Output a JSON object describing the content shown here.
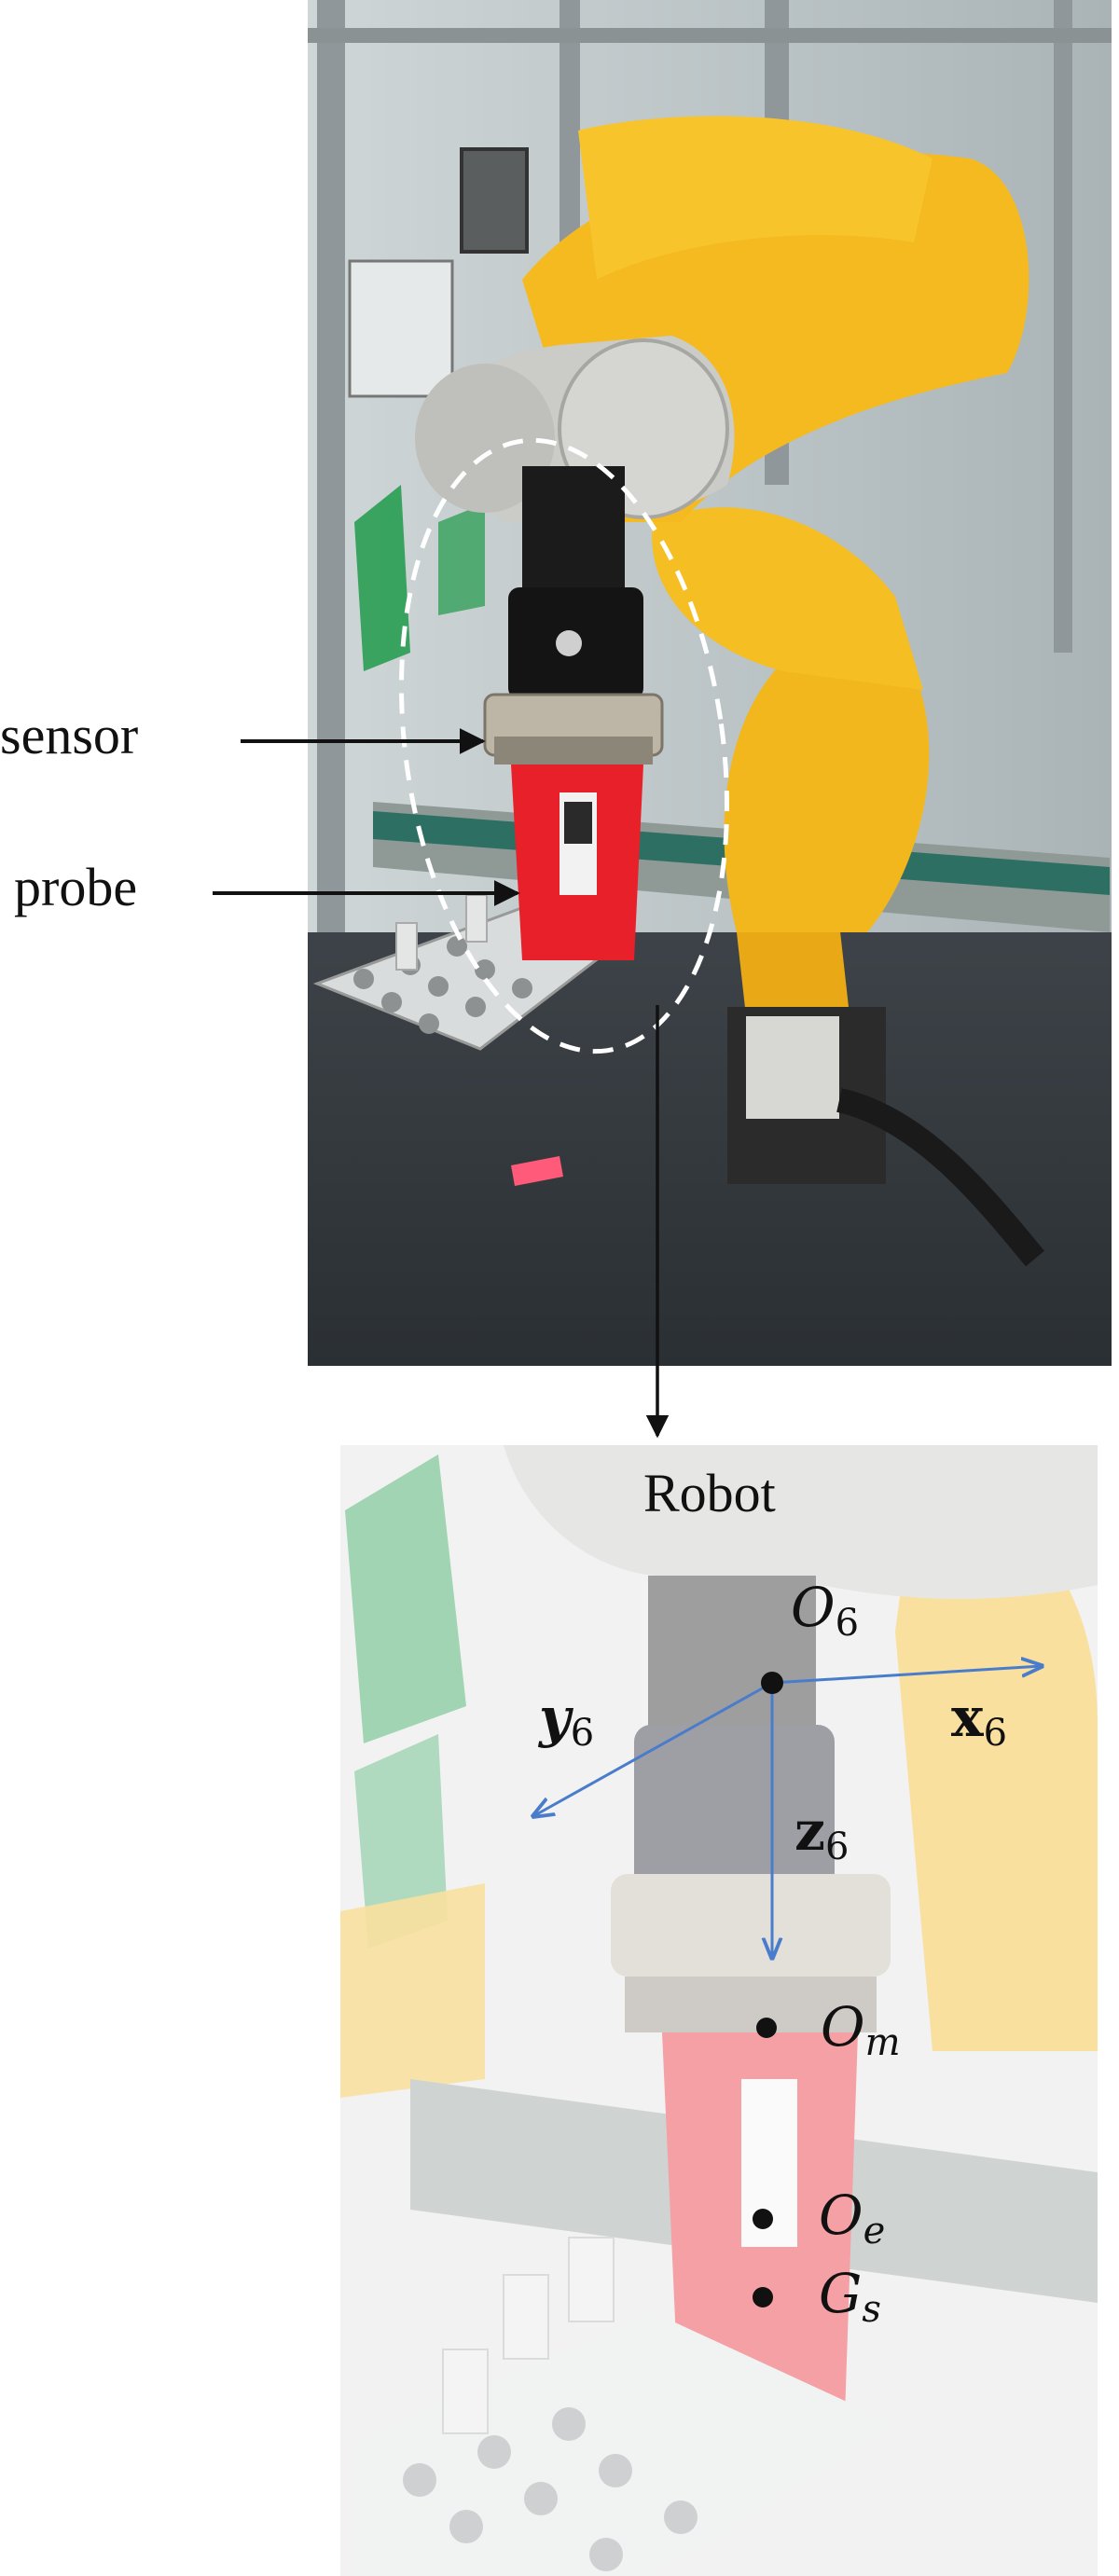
{
  "labels": {
    "sensor": "sensor",
    "probe": "probe",
    "robot": "Robot"
  },
  "frame": {
    "origin": {
      "base": "O",
      "sub": "6"
    },
    "x_axis": {
      "base": "x",
      "sub": "6"
    },
    "y_axis": {
      "base": "y",
      "sub": "6"
    },
    "z_axis": {
      "base": "z",
      "sub": "6"
    }
  },
  "points": {
    "measurement": {
      "base": "O",
      "sub": "m"
    },
    "end_effector": {
      "base": "O",
      "sub": "e"
    },
    "gravity": {
      "base": "G",
      "sub": "s"
    }
  },
  "colors": {
    "robot_yellow": "#f2b71c",
    "robot_grey": "#c8c8c4",
    "probe_red": "#e8202a",
    "axis_blue": "#4a7ccc",
    "arrow_black": "#111111"
  }
}
